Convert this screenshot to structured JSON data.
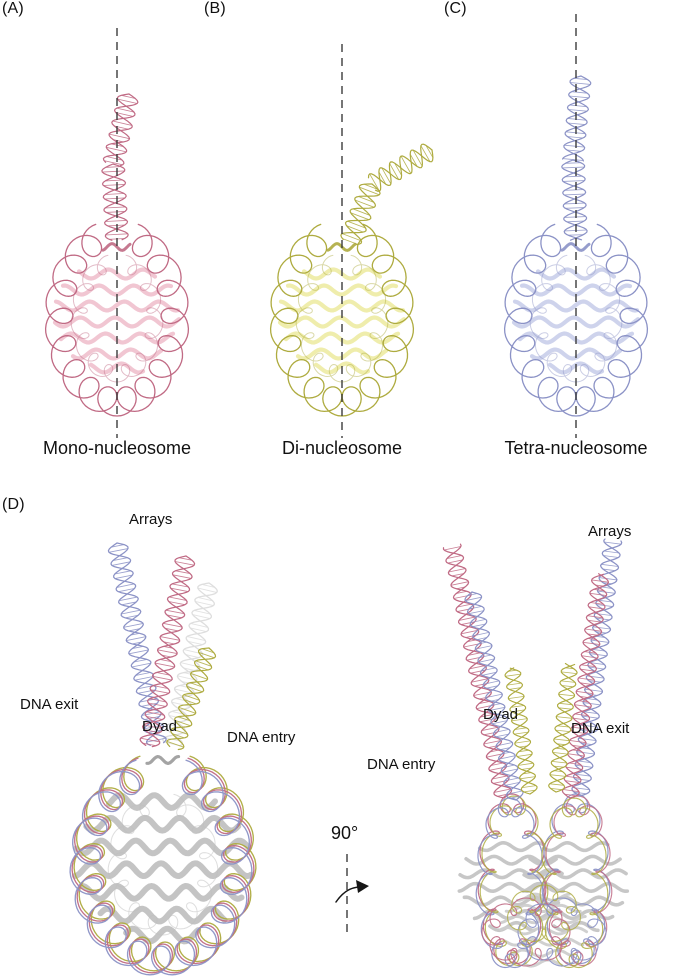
{
  "panels": {
    "A": {
      "tag": "(A)",
      "caption": "Mono-nucleosome"
    },
    "B": {
      "tag": "(B)",
      "caption": "Di-nucleosome"
    },
    "C": {
      "tag": "(C)",
      "caption": "Tetra-nucleosome"
    },
    "D": {
      "tag": "(D)"
    }
  },
  "panel_d": {
    "front_view": {
      "arrays": "Arrays",
      "dna_exit": "DNA exit",
      "dyad": "Dyad",
      "dna_entry": "DNA entry"
    },
    "side_view": {
      "arrays": "Arrays",
      "dyad": "Dyad",
      "dna_exit": "DNA exit",
      "dna_entry": "DNA entry"
    },
    "rotation_label": "90°"
  },
  "colors": {
    "mono_dna": "#c06a84",
    "mono_core": "#f1c6d2",
    "di_dna": "#aeab3f",
    "di_core": "#efedac",
    "tetra_dna": "#8b92c6",
    "tetra_core": "#ced3ec",
    "histone_gray": "#c4c4c4",
    "ghost_dna": "#dedede",
    "axis_dash": "#3c3c3c",
    "text": "#111111"
  }
}
